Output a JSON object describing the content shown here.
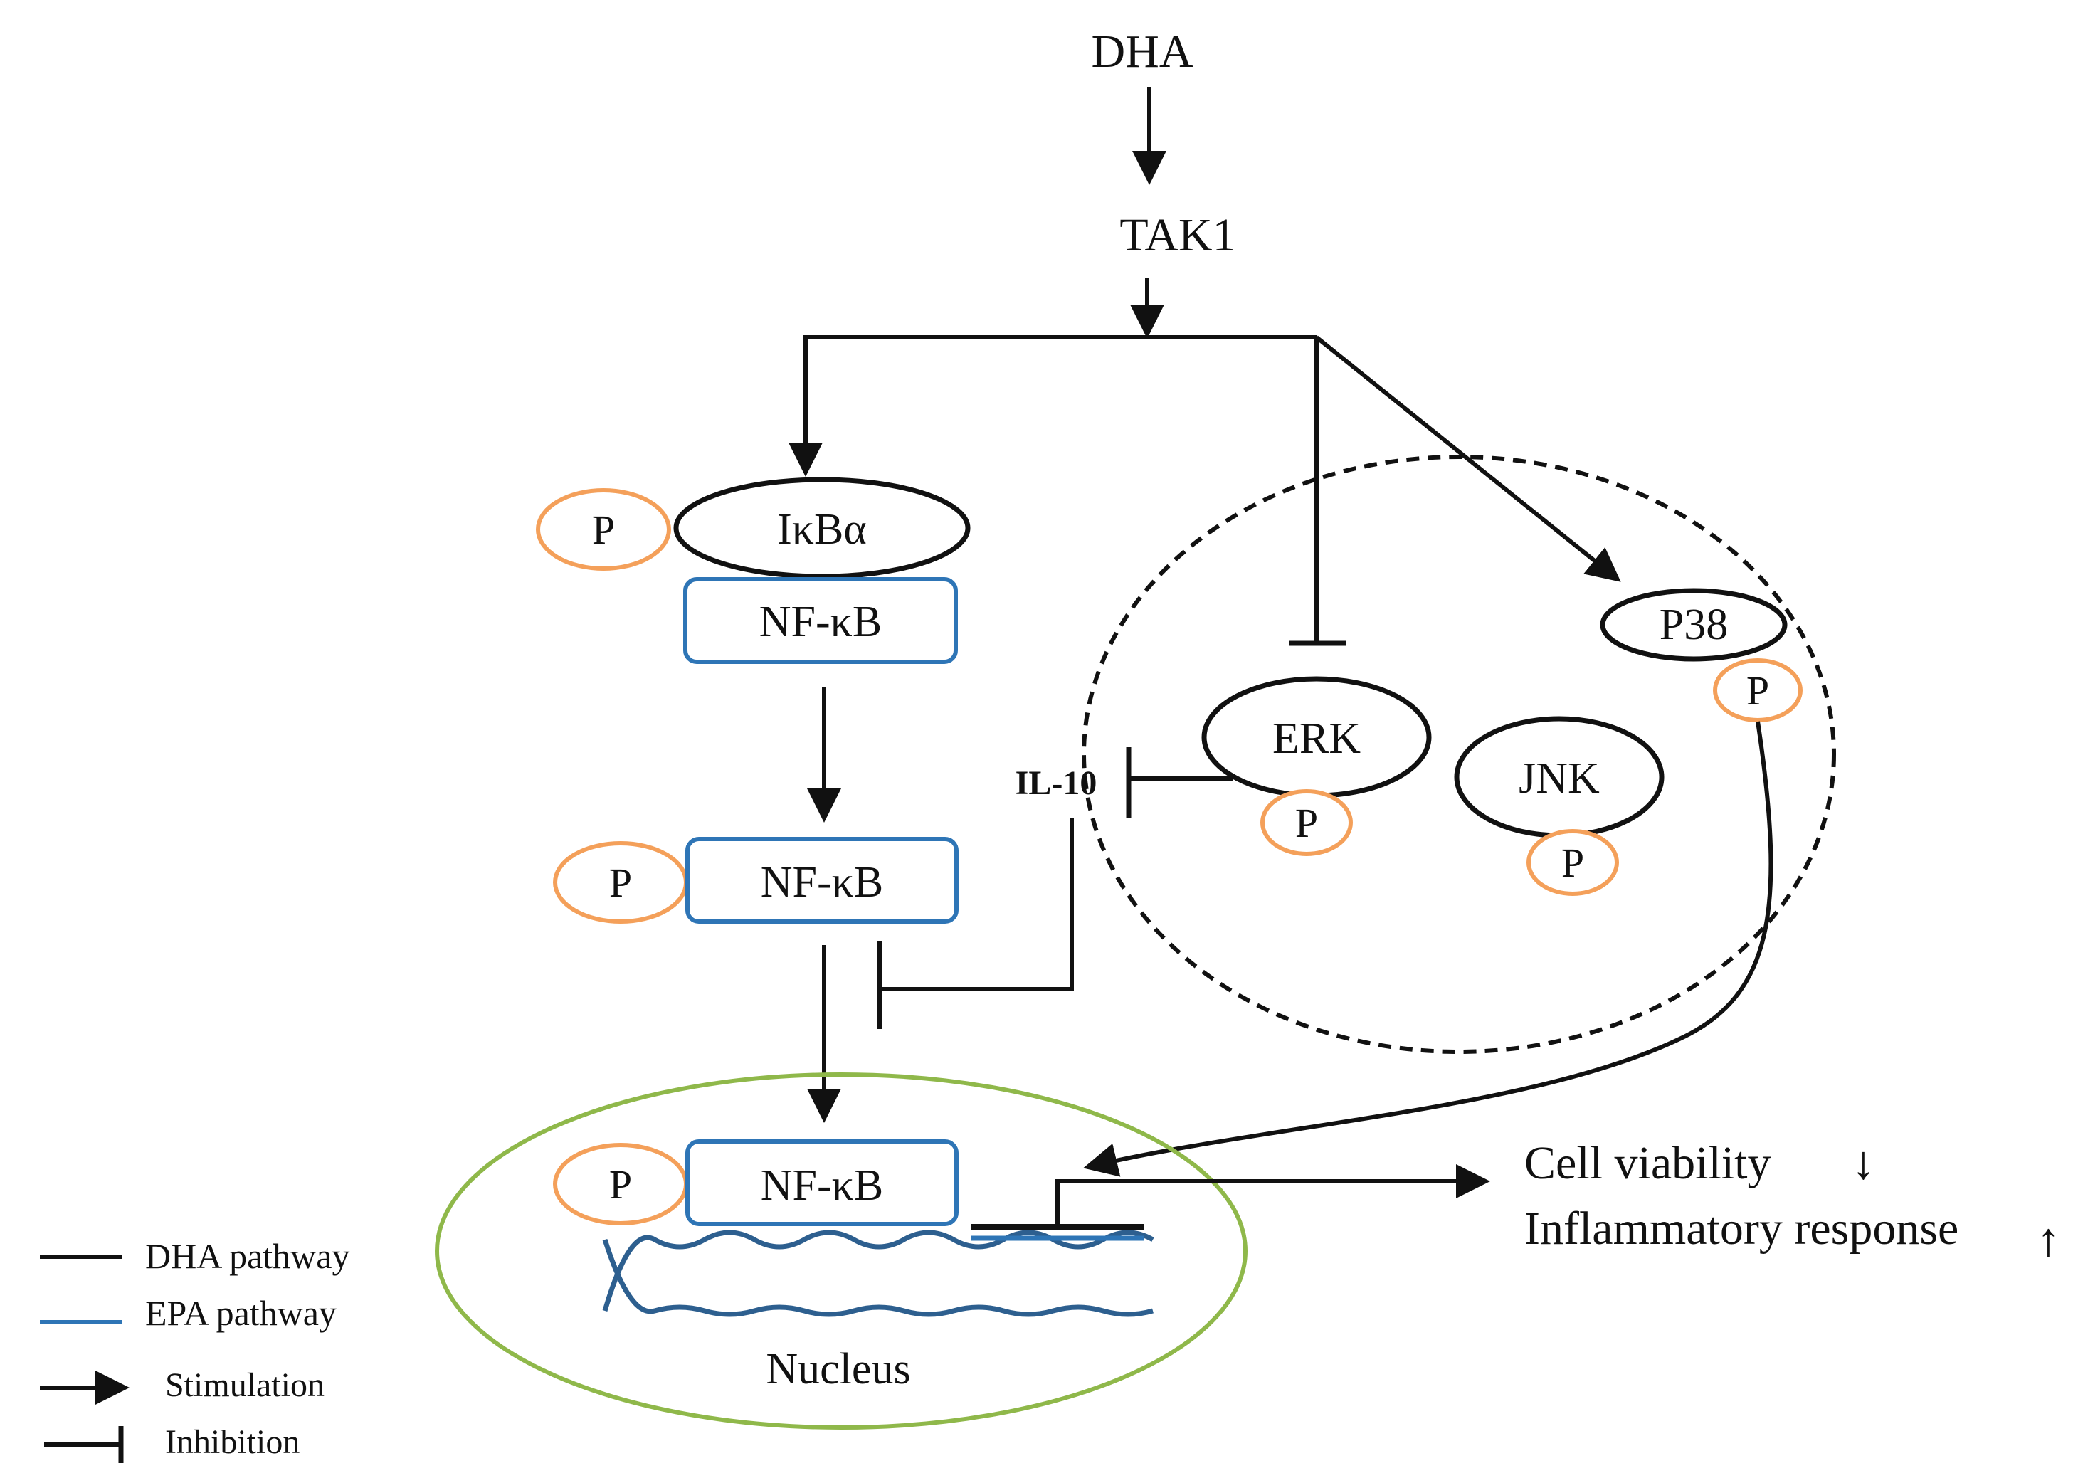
{
  "nodes": {
    "dha": "DHA",
    "tak1": "TAK1",
    "ikba": "IκBα",
    "nfkb_top": "NF-κB",
    "nfkb_mid": "NF-κB",
    "nfkb_nucleus": "NF-κB",
    "erk": "ERK",
    "jnk": "JNK",
    "p38": "P38",
    "il10": "IL-10",
    "nucleus": "Nucleus"
  },
  "phospho_label": "P",
  "outcomes": {
    "cell_viability": "Cell viability",
    "cell_viability_arrow": "↓",
    "inflammatory_response": "Inflammatory response",
    "inflammatory_response_arrow": "↑"
  },
  "legend": {
    "dha_pathway": "DHA pathway",
    "epa_pathway": "EPA pathway",
    "stimulation": "Stimulation",
    "inhibition": "Inhibition"
  },
  "colors": {
    "dha_pathway": "#111111",
    "epa_pathway": "#2e75b6",
    "phospho": "#f4a05a",
    "nucleus": "#8fb84a",
    "dna": "#2d5f8f"
  }
}
